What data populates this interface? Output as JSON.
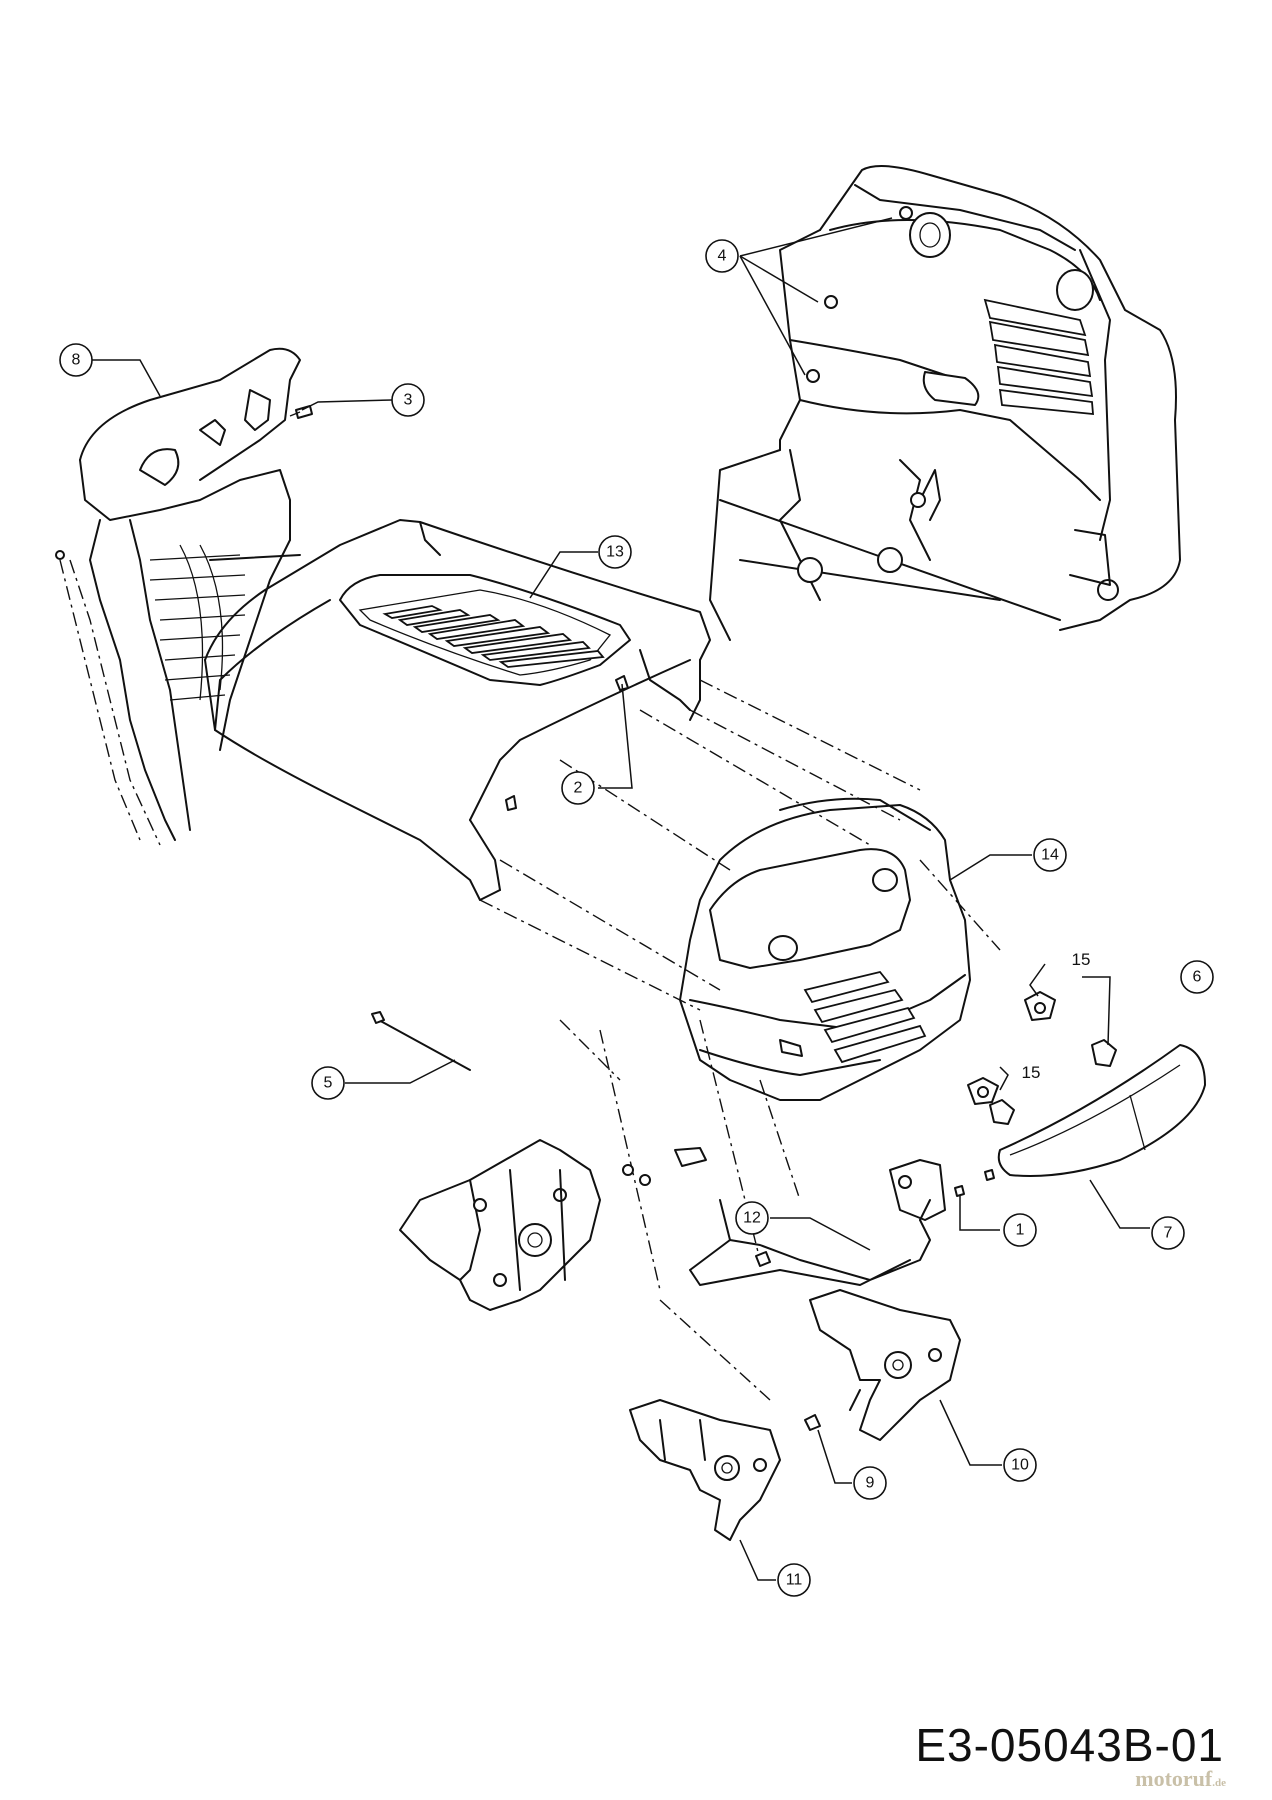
{
  "document": {
    "code": "E3-05043B-01",
    "watermark": {
      "brand": "motoruf",
      "tld": ".de"
    }
  },
  "callouts": [
    {
      "number": "1"
    },
    {
      "number": "2"
    },
    {
      "number": "3"
    },
    {
      "number": "4"
    },
    {
      "number": "5"
    },
    {
      "number": "6"
    },
    {
      "number": "7"
    },
    {
      "number": "8"
    },
    {
      "number": "9"
    },
    {
      "number": "10"
    },
    {
      "number": "11"
    },
    {
      "number": "12"
    },
    {
      "number": "13"
    },
    {
      "number": "14"
    }
  ],
  "plain_labels": [
    {
      "number": "15"
    },
    {
      "number": "15"
    }
  ]
}
